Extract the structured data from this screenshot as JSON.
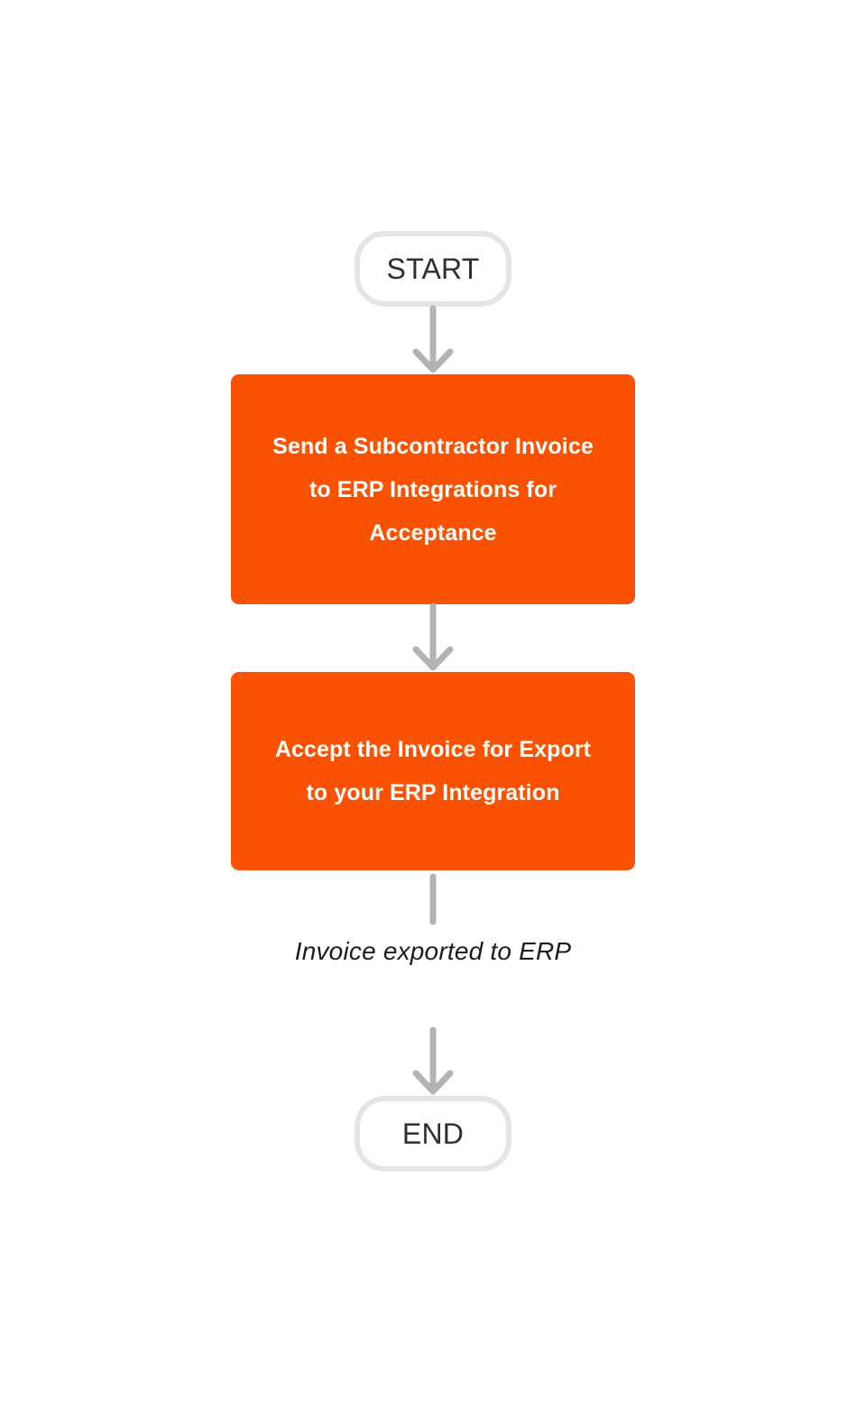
{
  "diagram": {
    "type": "flowchart",
    "orientation": "top-to-bottom",
    "background_color": "#ffffff",
    "colors": {
      "process_fill": "#fa5200",
      "process_text": "#ffffff",
      "terminal_border": "#e5e5e5",
      "terminal_fill": "#ffffff",
      "terminal_text": "#2f2f2f",
      "connector": "#b3b3b3",
      "edge_label_text": "#1c1c1c"
    },
    "nodes": {
      "start": {
        "label": "START",
        "shape": "pill"
      },
      "step_1": {
        "label": "Send a Subcontractor Invoice to ERP Integrations for Acceptance",
        "shape": "rounded-rectangle"
      },
      "step_2": {
        "label": "Accept the Invoice for Export to your ERP Integration",
        "shape": "rounded-rectangle"
      },
      "end": {
        "label": "END",
        "shape": "pill"
      }
    },
    "edges": [
      {
        "from": "start",
        "to": "step_1",
        "label": "",
        "arrowhead": true
      },
      {
        "from": "step_1",
        "to": "step_2",
        "label": "",
        "arrowhead": true
      },
      {
        "from": "step_2",
        "to": "end",
        "label": "Invoice exported to ERP",
        "arrowhead": true
      }
    ]
  }
}
